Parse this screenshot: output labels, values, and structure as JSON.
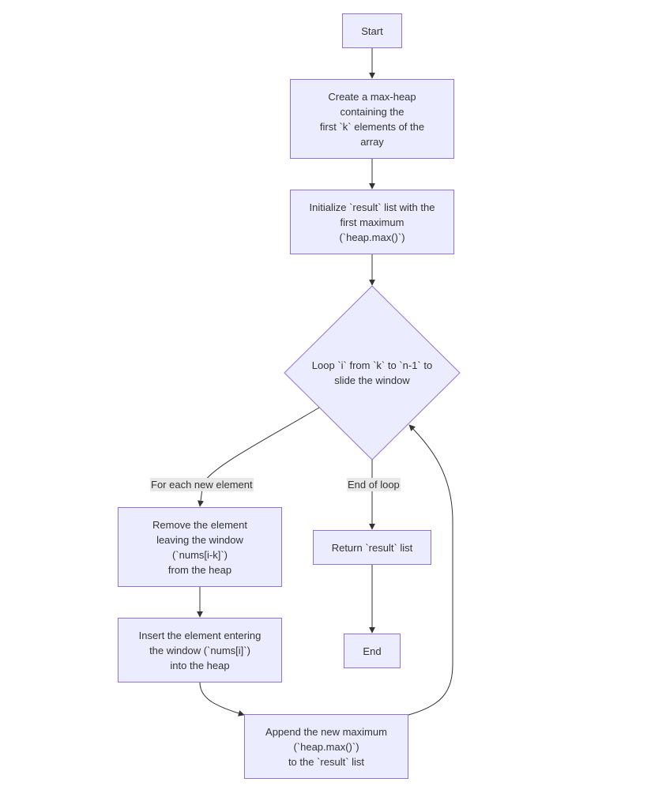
{
  "nodes": {
    "start": "Start",
    "create_heap": "Create a max-heap\ncontaining the\nfirst `k` elements of the\narray",
    "init_result": "Initialize `result` list with the\nfirst maximum\n(`heap.max()`)",
    "loop": "Loop `i` from `k` to `n-1` to\nslide the window",
    "remove": "Remove the element\nleaving the window\n(`nums[i-k]`)\nfrom the heap",
    "insert": "Insert the element entering\nthe window (`nums[i]`)\ninto the heap",
    "append": "Append the new maximum\n(`heap.max()`)\nto the `result` list",
    "return": "Return `result` list",
    "end": "End"
  },
  "edge_labels": {
    "for_each": "For each new element",
    "end_of_loop": "End of loop"
  },
  "colors": {
    "node_fill": "#ececff",
    "node_stroke": "#9370db",
    "edge": "#333333",
    "label_bg": "#e8e8e8"
  }
}
